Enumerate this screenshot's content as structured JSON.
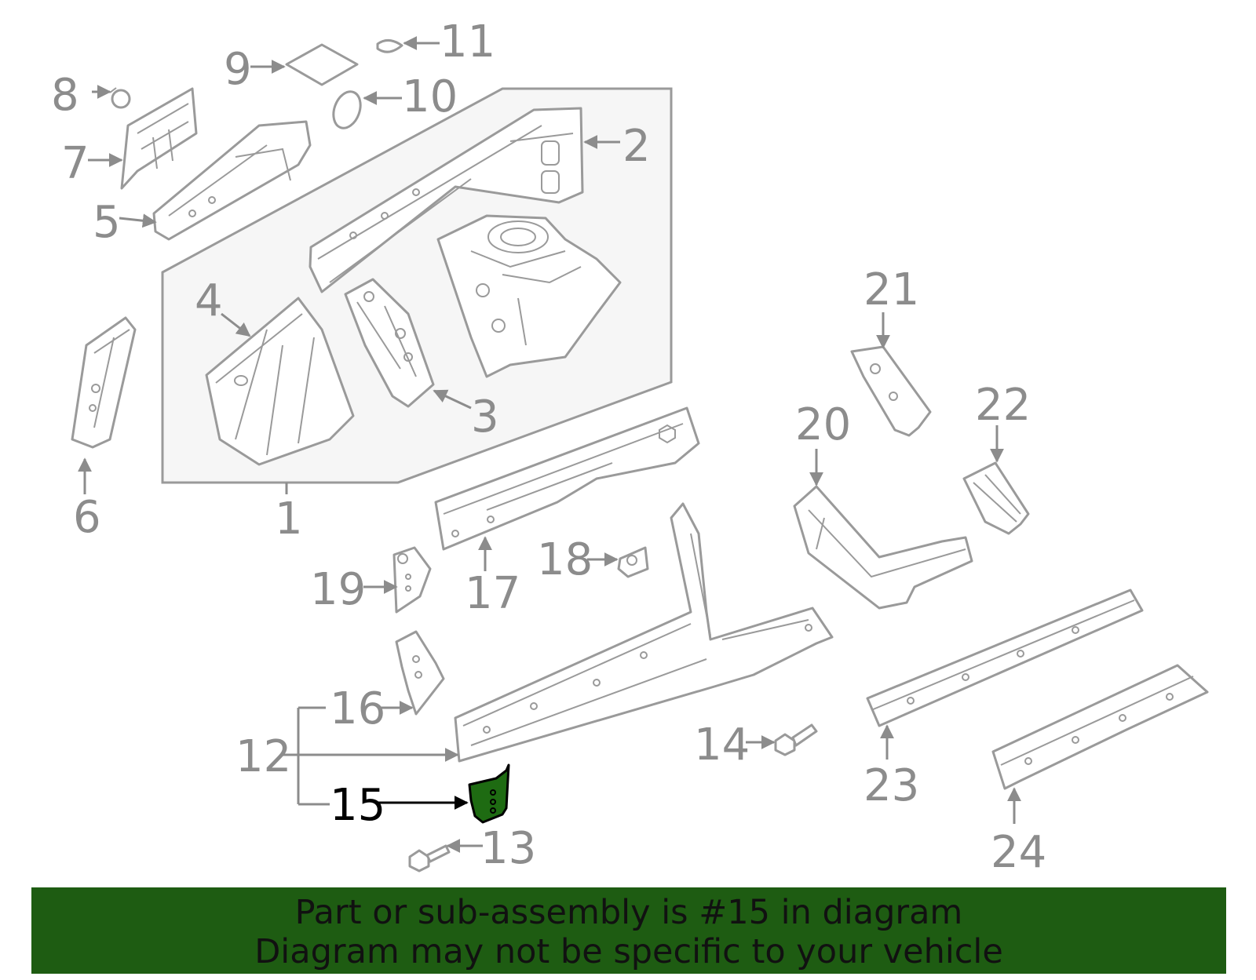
{
  "colors": {
    "highlight_part": "#1e6b12",
    "banner_bg": "#1e5c12",
    "line_art": "#9a9a9a",
    "highlight_label": "#000000"
  },
  "callouts": {
    "c1": "1",
    "c2": "2",
    "c3": "3",
    "c4": "4",
    "c5": "5",
    "c6": "6",
    "c7": "7",
    "c8": "8",
    "c9": "9",
    "c10": "10",
    "c11": "11",
    "c12": "12",
    "c13": "13",
    "c14": "14",
    "c15": "15",
    "c16": "16",
    "c17": "17",
    "c18": "18",
    "c19": "19",
    "c20": "20",
    "c21": "21",
    "c22": "22",
    "c23": "23",
    "c24": "24"
  },
  "highlighted_part": "15",
  "banner": {
    "line1": "Part or sub-assembly is #15 in diagram",
    "line2": "Diagram may not be specific to your vehicle"
  }
}
